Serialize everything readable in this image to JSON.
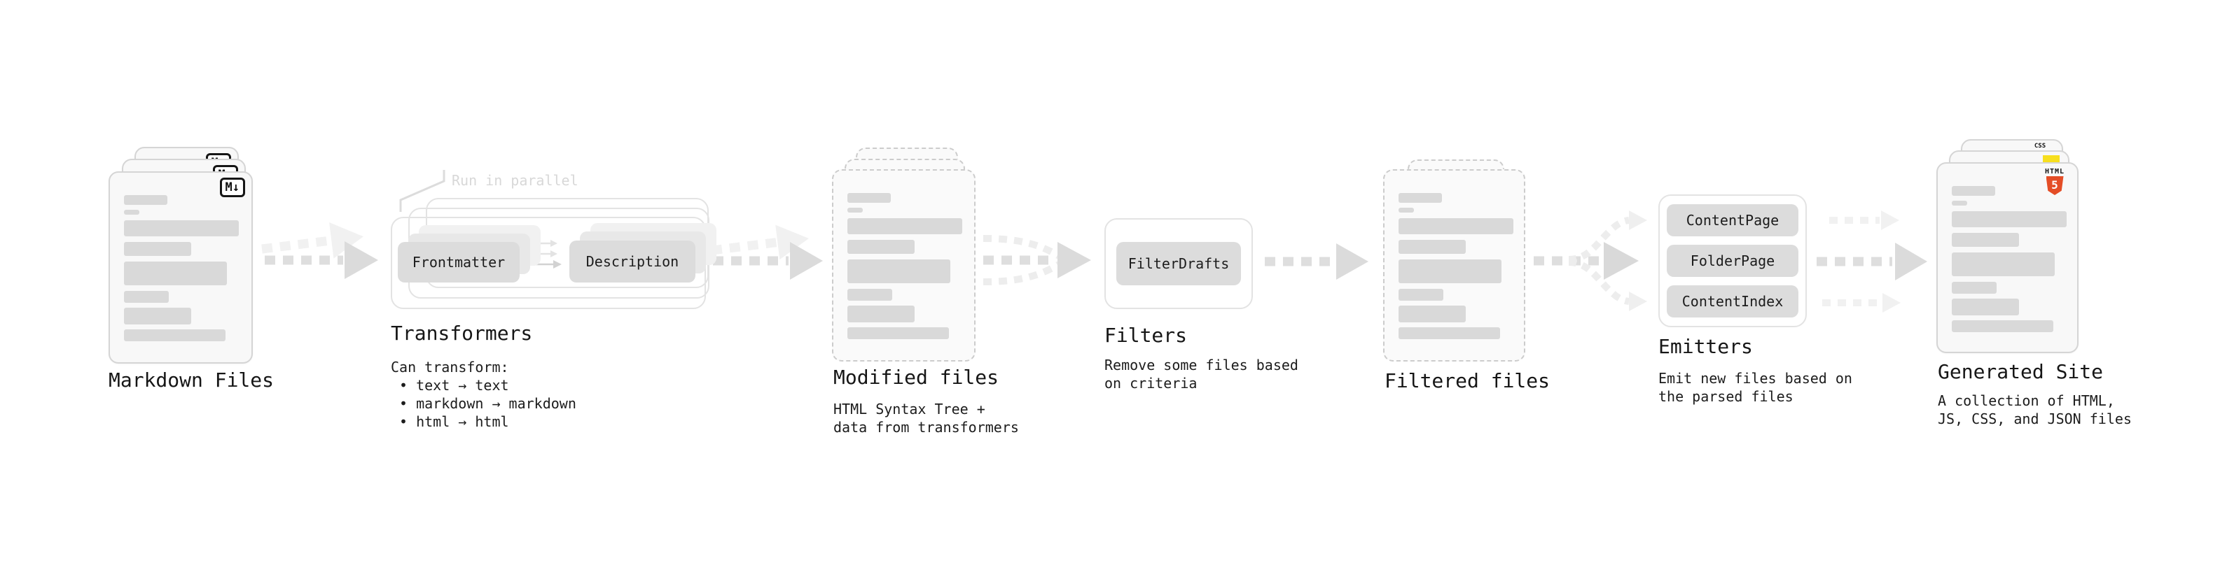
{
  "stages": {
    "markdown": {
      "label": "Markdown Files",
      "badge": "M↓"
    },
    "transformers": {
      "label": "Transformers",
      "note": "Run in parallel",
      "btn1": "Frontmatter",
      "btn2": "Description",
      "desc_title": "Can transform:",
      "bullets": [
        "• text → text",
        "• markdown → markdown",
        "• html → html"
      ]
    },
    "modified": {
      "label": "Modified files",
      "desc": [
        "HTML Syntax Tree +",
        "data from transformers"
      ]
    },
    "filters": {
      "label": "Filters",
      "btn": "FilterDrafts",
      "desc": [
        "Remove some files based",
        "on criteria"
      ]
    },
    "filtered": {
      "label": "Filtered files"
    },
    "emitters": {
      "label": "Emitters",
      "btn1": "ContentPage",
      "btn2": "FolderPage",
      "btn3": "ContentIndex",
      "desc": [
        "Emit new files based on",
        "the parsed files"
      ]
    },
    "generated": {
      "label": "Generated Site",
      "desc": [
        "A collection of HTML,",
        "JS, CSS, and JSON files"
      ],
      "badge_css": "CSS",
      "badge_html_title": "HTML",
      "badge_html_digit": "5"
    }
  },
  "colors": {
    "ink": "#1c1c1c",
    "muted_note": "#d8d8d8",
    "card_border": "#d5d5d5",
    "dashed_border": "#cccccc",
    "skeleton": "#d9d9d9",
    "button_fill": "#dcdcdc",
    "arrow_dark": "#dedede",
    "arrow_light": "#f1f1f1",
    "accent_html5": "#e44d26",
    "accent_css": "#2e6be6",
    "accent_js": "#f7df1e"
  }
}
